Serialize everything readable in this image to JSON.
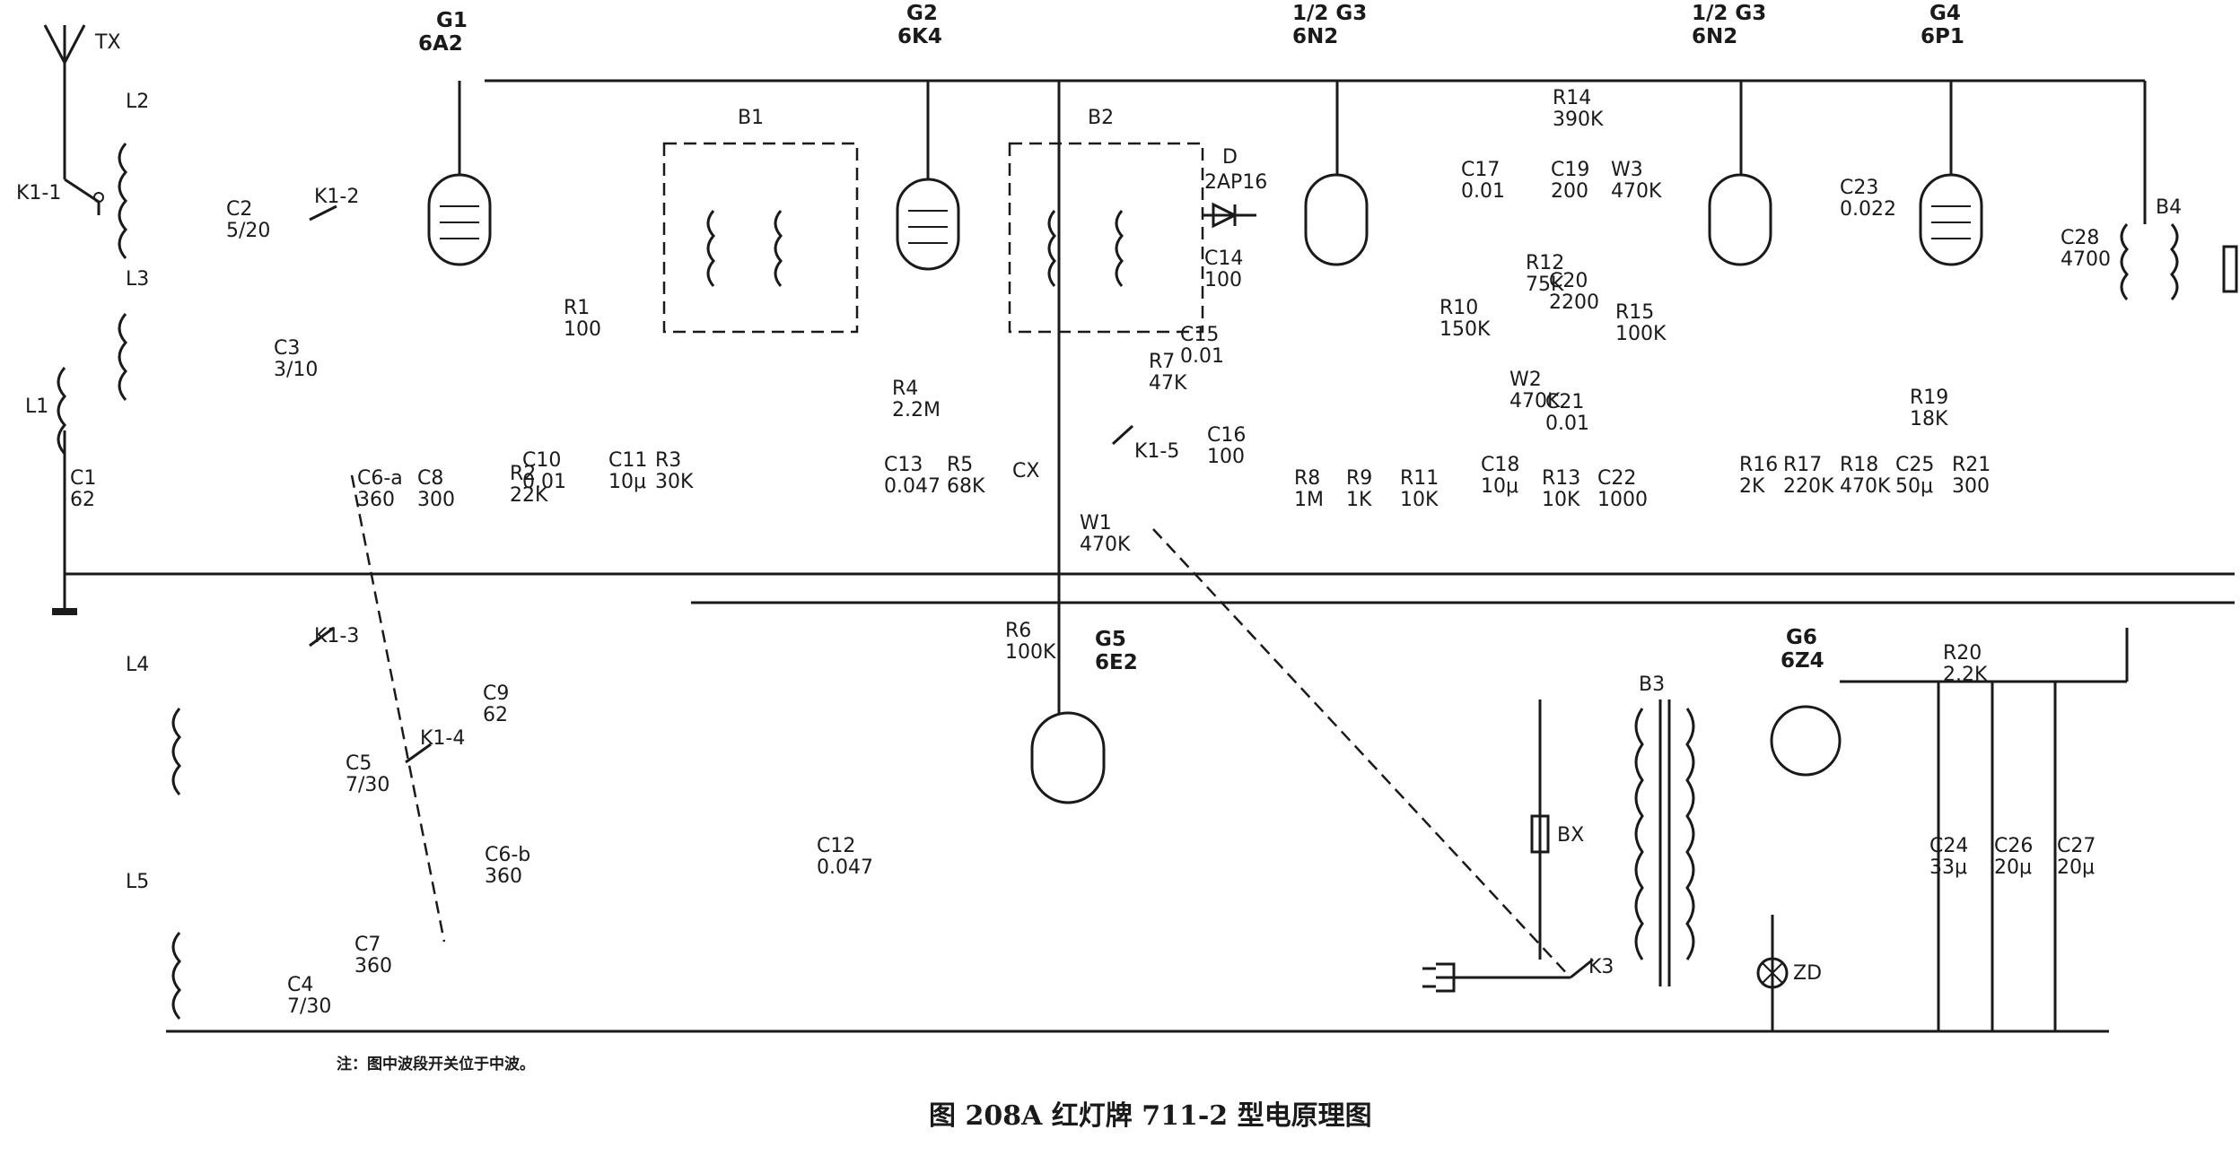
{
  "caption": "图 208A   红灯牌 711-2 型电原理图",
  "note": "注：图中波段开关位于中波。",
  "tubes": {
    "g1": {
      "name": "G1",
      "type": "6A2"
    },
    "g2": {
      "name": "G2",
      "type": "6K4"
    },
    "g3a": {
      "name": "1/2 G3",
      "type": "6N2"
    },
    "g3b": {
      "name": "1/2 G3",
      "type": "6N2"
    },
    "g4": {
      "name": "G4",
      "type": "6P1"
    },
    "g5": {
      "name": "G5",
      "type": "6E2"
    },
    "g6": {
      "name": "G6",
      "type": "6Z4"
    }
  },
  "labels": {
    "antenna": "TX",
    "b1": "B1",
    "b2": "B2",
    "b3": "B3",
    "b4": "B4",
    "diode": "D",
    "diode_type": "2AP16",
    "cx": "CX",
    "bx": "BX",
    "zd": "ZD",
    "k3": "K3",
    "k1_1": "K1-1",
    "k1_2": "K1-2",
    "k1_3": "K1-3",
    "k1_4": "K1-4",
    "k1_5": "K1-5",
    "l1": "L1",
    "l2": "L2",
    "l3": "L3",
    "l4": "L4",
    "l5": "L5"
  },
  "components": [
    {
      "ref": "C1",
      "value": "62"
    },
    {
      "ref": "C2",
      "value": "5/20"
    },
    {
      "ref": "C3",
      "value": "3/10"
    },
    {
      "ref": "C4",
      "value": "7/30"
    },
    {
      "ref": "C5",
      "value": "7/30"
    },
    {
      "ref": "C6-a",
      "value": "360"
    },
    {
      "ref": "C6-b",
      "value": "360"
    },
    {
      "ref": "C7",
      "value": "360"
    },
    {
      "ref": "C8",
      "value": "300"
    },
    {
      "ref": "C9",
      "value": "62"
    },
    {
      "ref": "C10",
      "value": "0.01"
    },
    {
      "ref": "C11",
      "value": "10μ"
    },
    {
      "ref": "C12",
      "value": "0.047"
    },
    {
      "ref": "C13",
      "value": "0.047"
    },
    {
      "ref": "C14",
      "value": "100"
    },
    {
      "ref": "C15",
      "value": "0.01"
    },
    {
      "ref": "C16",
      "value": "100"
    },
    {
      "ref": "C17",
      "value": "0.01"
    },
    {
      "ref": "C18",
      "value": "10μ"
    },
    {
      "ref": "C19",
      "value": "200"
    },
    {
      "ref": "C20",
      "value": "2200"
    },
    {
      "ref": "C21",
      "value": "0.01"
    },
    {
      "ref": "C22",
      "value": "1000"
    },
    {
      "ref": "C23",
      "value": "0.022"
    },
    {
      "ref": "C24",
      "value": "33μ"
    },
    {
      "ref": "C25",
      "value": "50μ"
    },
    {
      "ref": "C26",
      "value": "20μ"
    },
    {
      "ref": "C27",
      "value": "20μ"
    },
    {
      "ref": "C28",
      "value": "4700"
    },
    {
      "ref": "R1",
      "value": "100"
    },
    {
      "ref": "R2",
      "value": "22K"
    },
    {
      "ref": "R3",
      "value": "30K"
    },
    {
      "ref": "R4",
      "value": "2.2M"
    },
    {
      "ref": "R5",
      "value": "68K"
    },
    {
      "ref": "R6",
      "value": "100K"
    },
    {
      "ref": "R7",
      "value": "47K"
    },
    {
      "ref": "R8",
      "value": "1M"
    },
    {
      "ref": "R9",
      "value": "1K"
    },
    {
      "ref": "R10",
      "value": "150K"
    },
    {
      "ref": "R11",
      "value": "10K"
    },
    {
      "ref": "R12",
      "value": "75K"
    },
    {
      "ref": "R13",
      "value": "10K"
    },
    {
      "ref": "R14",
      "value": "390K"
    },
    {
      "ref": "R15",
      "value": "100K"
    },
    {
      "ref": "R16",
      "value": "2K"
    },
    {
      "ref": "R17",
      "value": "220K"
    },
    {
      "ref": "R18",
      "value": "470K"
    },
    {
      "ref": "R19",
      "value": "18K"
    },
    {
      "ref": "R20",
      "value": "2.2K"
    },
    {
      "ref": "R21",
      "value": "300"
    },
    {
      "ref": "W1",
      "value": "470K"
    },
    {
      "ref": "W2",
      "value": "470K"
    },
    {
      "ref": "W3",
      "value": "470K"
    }
  ]
}
